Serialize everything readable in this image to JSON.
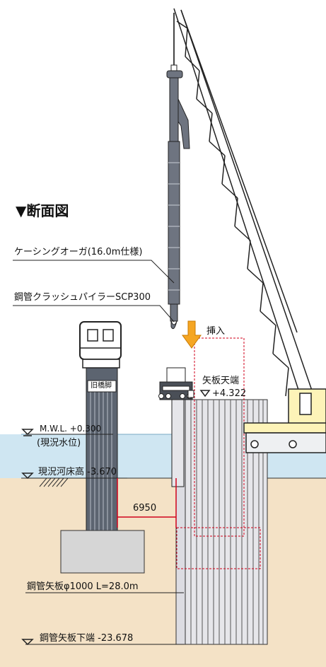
{
  "diagram": {
    "section_title": "▼断面図",
    "labels": {
      "casing_auger": "ケーシングオーガ(16.0m仕様)",
      "crush_piler": "鋼管クラッシュパイラーSCP300",
      "insert": "挿入",
      "sheet_pile_top": "矢板天端",
      "sheet_pile_top_level": "+4.322",
      "old_pier": "旧橋脚",
      "mwl": "M.W.L. +0.300",
      "current_water_level": "(現況水位)",
      "current_riverbed": "現況河床高 -3.670",
      "distance": "6950",
      "sheet_pile_spec": "鋼管矢板φ1000 L=28.0m",
      "sheet_pile_bottom": "鋼管矢板下端 -23.678"
    },
    "colors": {
      "water": "#cfe6f2",
      "soil": "#f4e2c6",
      "pile": "#e6e6ea",
      "crane_cab": "#fdf3b8",
      "arrow": "#f5a623",
      "dimension": "#d0021b",
      "outline": "#222222"
    }
  }
}
